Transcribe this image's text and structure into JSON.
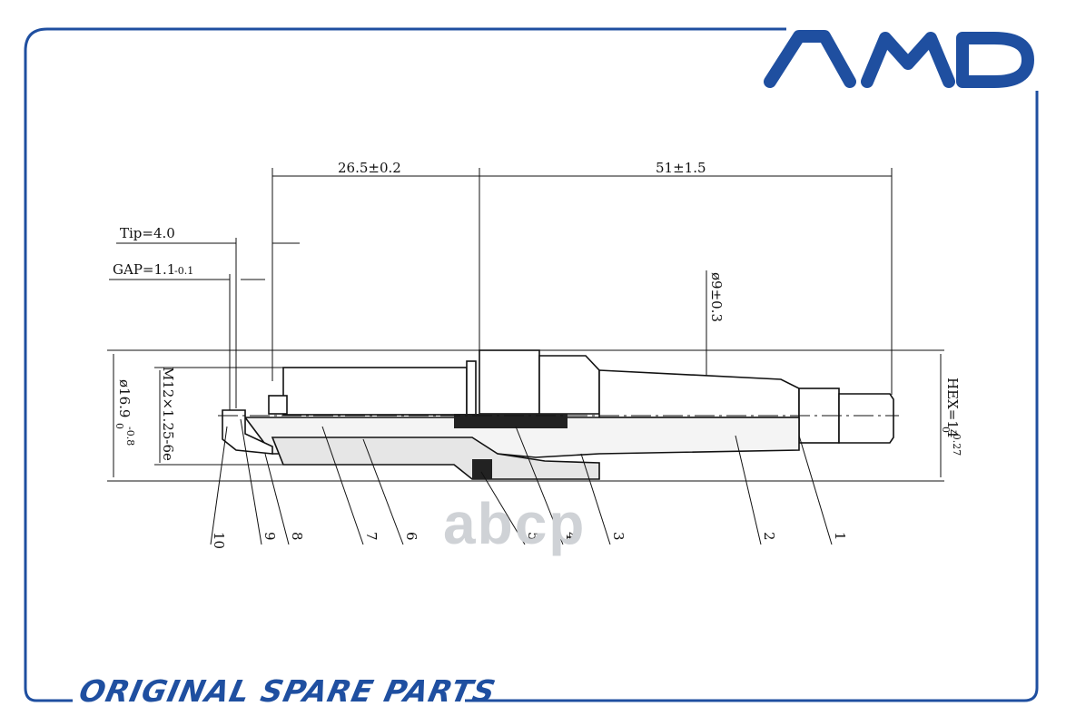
{
  "brand": {
    "logo": "AMD",
    "color": "#1f4fa0"
  },
  "footer": {
    "text": "ORIGINAL SPARE PARTS"
  },
  "watermark": {
    "text": "abcp"
  },
  "dimensions": {
    "length_thread": "26.5±0.2",
    "length_total": "51±1.5",
    "tip": "Tip=4.0",
    "gap": "GAP=1.1",
    "gap_tol": "-0.1",
    "terminal_dia": "ø9±0.3",
    "hex": "HEX=14",
    "hex_tol_upper": "0",
    "hex_tol_lower": "-0.27",
    "body_dia": "ø16.9",
    "body_tol_upper": "0",
    "body_tol_lower": "-0.8",
    "thread": "M12×1.25-6e"
  },
  "callouts": [
    "10",
    "9",
    "8",
    "7",
    "6",
    "5",
    "4",
    "3",
    "2",
    "1"
  ]
}
